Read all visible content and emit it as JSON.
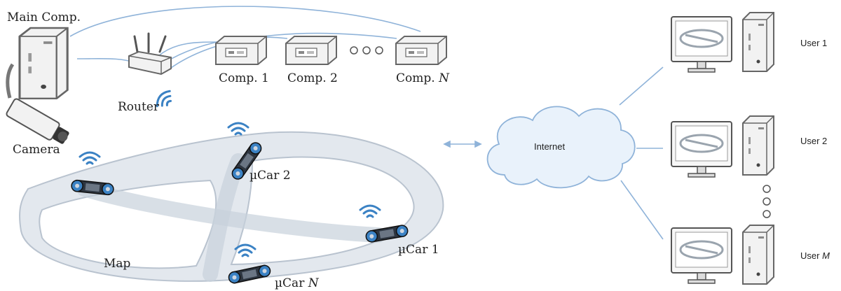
{
  "labels": {
    "main_computer": "Main Comp.",
    "camera": "Camera",
    "router": "Router",
    "comp_1": "Comp. 1",
    "comp_2": "Comp. 2",
    "comp_n_prefix": "Comp. ",
    "comp_n_italic": "N",
    "car_2": "µCar 2",
    "car_1": "µCar 1",
    "car_n_prefix": "µCar ",
    "car_n_italic": "N",
    "map": "Map",
    "internet": "Internet",
    "user_1": "User 1",
    "user_2": "User 2",
    "user_m_prefix": "User ",
    "user_m_italic": "M"
  },
  "colors": {
    "accent_blue": "#3b82c4",
    "link_line": "#8fb3d9",
    "track_fill": "#e3e8ee",
    "track_edge": "#b9c3cf",
    "device_fill": "#f2f2f2",
    "device_stroke": "#666666",
    "cloud_fill": "#e9f2fb",
    "cloud_stroke": "#8fb3d9"
  },
  "icons": {
    "wifi": "wifi-icon",
    "ellipsis": "ellipsis-dots"
  }
}
